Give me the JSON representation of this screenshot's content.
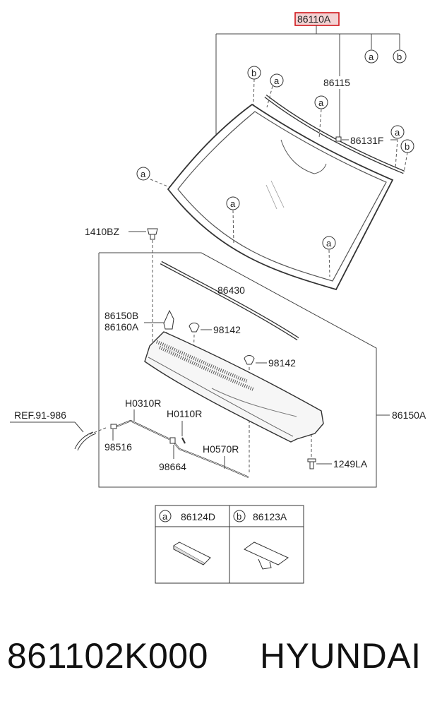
{
  "labels": {
    "main_part": "86110A",
    "p86115": "86115",
    "p86131f": "86131F",
    "p1410bz": "1410BZ",
    "p86430": "86430",
    "p86150b": "86150B",
    "p86160a": "86160A",
    "p98142": "98142",
    "p98142b": "98142",
    "ref": "REF.91-986",
    "h0310r": "H0310R",
    "h0110r": "H0110R",
    "p98516": "98516",
    "p98664": "98664",
    "h0570r": "H0570R",
    "p86150a": "86150A",
    "p1249la": "1249LA"
  },
  "callouts": {
    "a": "a",
    "b": "b"
  },
  "legend": {
    "a_part": "86124D",
    "b_part": "86123A"
  },
  "footer": {
    "part_number": "861102K000",
    "brand": "HYUNDAI"
  },
  "colors": {
    "highlight": "#d0161c",
    "line": "#333333"
  }
}
